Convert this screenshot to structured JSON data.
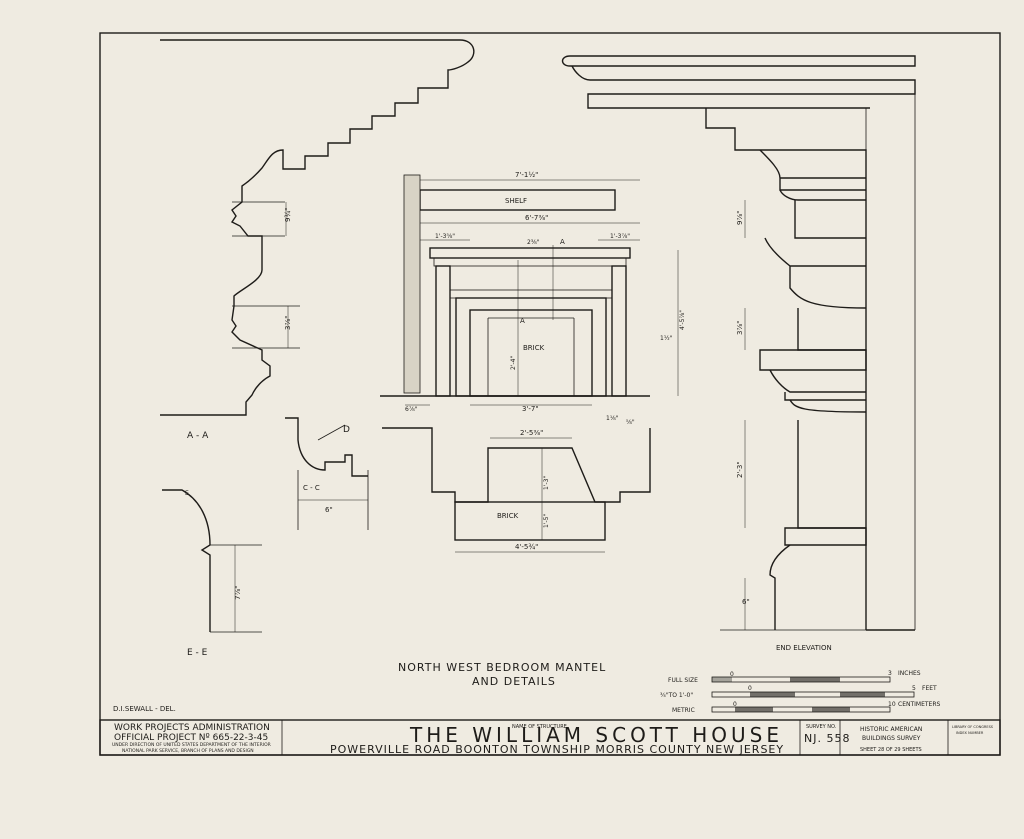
{
  "drawing": {
    "title": "NORTH WEST BEDROOM MANTEL",
    "subtitle": "AND DETAILS",
    "delineator": "D.I.SEWALL - DEL.",
    "section_labels": {
      "aa": "A - A",
      "cc": "C - C",
      "ee": "E - E",
      "end_elevation": "END ELEVATION",
      "marker_a": "A",
      "marker_d": "D",
      "marker_e": "E"
    },
    "materials": {
      "shelf": "SHELF",
      "brick_front": "BRICK",
      "brick_plan": "BRICK"
    },
    "dimensions": {
      "overall_top": "7'-1½\"",
      "shelf_top": "6'-7⅜\"",
      "left_pilaster": "1'-3⅝\"",
      "right_pilaster": "1'-3⅞\"",
      "mid_top": "2⅜\"",
      "opening_width": "3'-7\"",
      "opening_height": "2'-4\"",
      "right_height": "4'-5⅞\"",
      "left_foot": "6⅞\"",
      "plan_top": "2'-5⅜\"",
      "plan_bottom": "4'-5¾\"",
      "plan_depth1": "1'-3\"",
      "plan_depth2": "1'-5\"",
      "profile_a": "9¾\"",
      "profile_b": "3⅞\"",
      "cc_width": "6\"",
      "ee_height": "7⅞\"",
      "end_a": "9⅞\"",
      "end_b": "3⅞\"",
      "end_c": "2'-3\"",
      "end_d": "6\"",
      "small_1": "1⅛\"",
      "small_2": "1½\"",
      "small_3": "⅝\""
    }
  },
  "scales": {
    "full_size": {
      "label": "FULL SIZE",
      "unit": "INCHES",
      "zero": "0",
      "end": "3"
    },
    "three_quarter": {
      "label": "¾\"TO 1'-0\"",
      "unit": "FEET",
      "zero": "0",
      "end": "5"
    },
    "metric": {
      "label": "METRIC",
      "unit": "CENTIMETERS",
      "zero": "0",
      "end": "10"
    }
  },
  "title_block": {
    "agency_line1": "WORK PROJECTS ADMINISTRATION",
    "agency_line2": "OFFICIAL PROJECT Nº 665-22-3-45",
    "agency_line3": "UNDER DIRECTION OF UNITED STATES DEPARTMENT OF THE INTERIOR",
    "agency_line4": "NATIONAL PARK SERVICE, BRANCH OF PLANS AND DESIGN",
    "name_label": "NAME OF STRUCTURE",
    "structure_name": "THE WILLIAM SCOTT HOUSE",
    "location": "POWERVILLE ROAD  BOONTON TOWNSHIP  MORRIS COUNTY  NEW JERSEY",
    "survey_label": "SURVEY NO.",
    "survey_no": "NJ. 558",
    "habs_line1": "HISTORIC AMERICAN",
    "habs_line2": "BUILDINGS SURVEY",
    "sheet_text": "SHEET 28 OF 29 SHEETS",
    "library_line1": "LIBRARY OF CONGRESS",
    "library_line2": "INDEX NUMBER"
  }
}
